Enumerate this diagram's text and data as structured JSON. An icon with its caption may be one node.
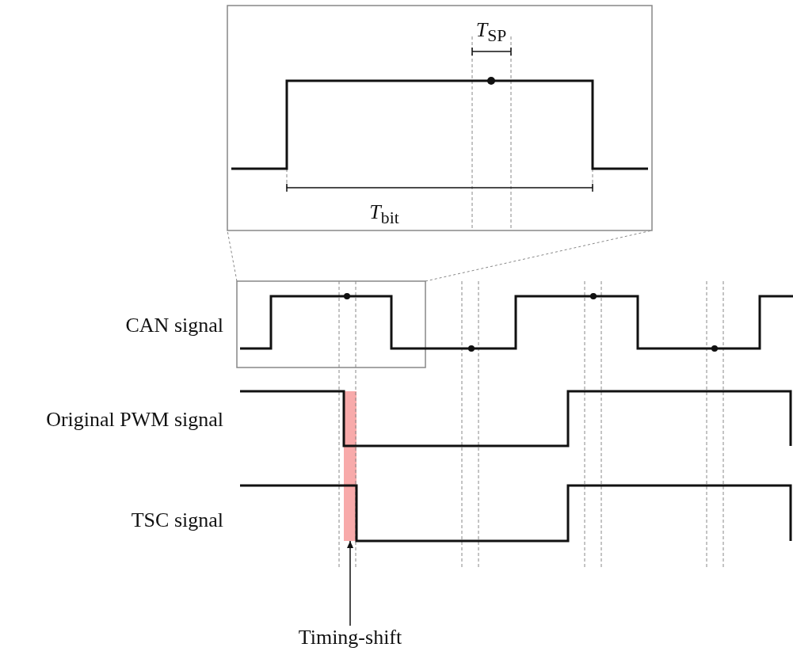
{
  "diagram": {
    "nodes": [
      {
        "text": [
          "Timing-shift"
        ]
      },
      {
        "text": [],
        "shape": "bar"
      }
    ],
    "edges": [
      {
        "from": 0,
        "to": 1,
        "arrow": "to"
      }
    ],
    "labels": [
      "*T*$_{SP}$",
      "*T*$_{bit}$",
      "CAN signal",
      "Original PWM signal",
      "TSC signal"
    ]
  }
}
